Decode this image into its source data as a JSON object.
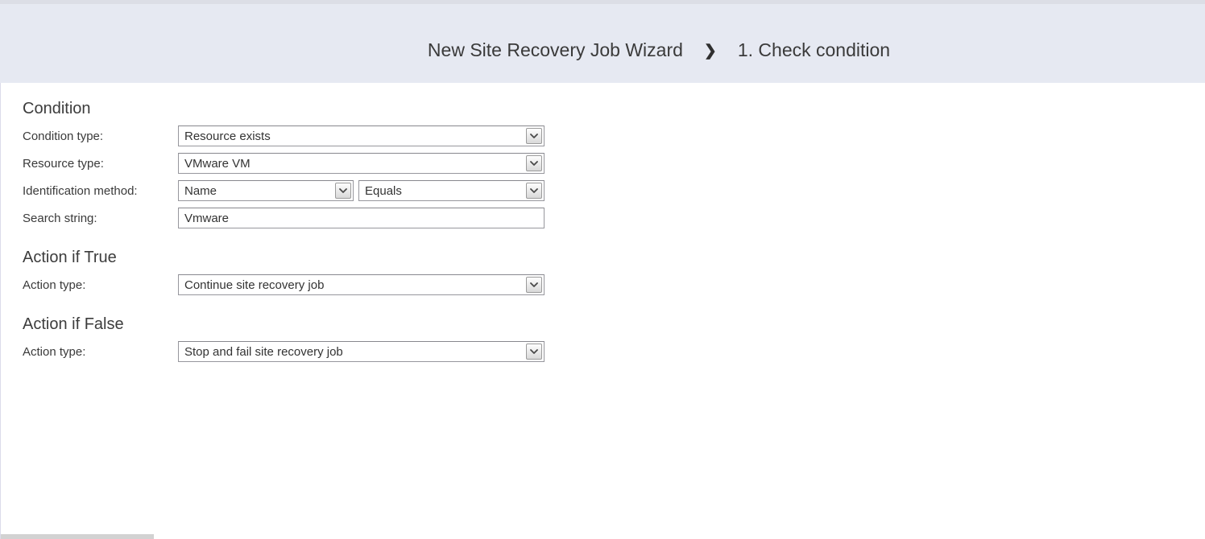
{
  "header": {
    "wizard_title": "New Site Recovery Job Wizard",
    "step_title": "1. Check condition"
  },
  "icons": {
    "breadcrumb_separator": "❯"
  },
  "form": {
    "condition": {
      "heading": "Condition",
      "condition_type": {
        "label": "Condition type:",
        "value": "Resource exists"
      },
      "resource_type": {
        "label": "Resource type:",
        "value": "VMware VM"
      },
      "identification_method": {
        "label": "Identification method:",
        "method": "Name",
        "operator": "Equals"
      },
      "search_string": {
        "label": "Search string:",
        "value": "Vmware"
      }
    },
    "action_if_true": {
      "heading": "Action if True",
      "action_type": {
        "label": "Action type:",
        "value": "Continue site recovery job"
      }
    },
    "action_if_false": {
      "heading": "Action if False",
      "action_type": {
        "label": "Action type:",
        "value": "Stop and fail site recovery job"
      }
    }
  },
  "colors": {
    "header_background": "#e6e9f2",
    "header_top_strip": "#dcdee6",
    "text": "#3a3a3a"
  }
}
